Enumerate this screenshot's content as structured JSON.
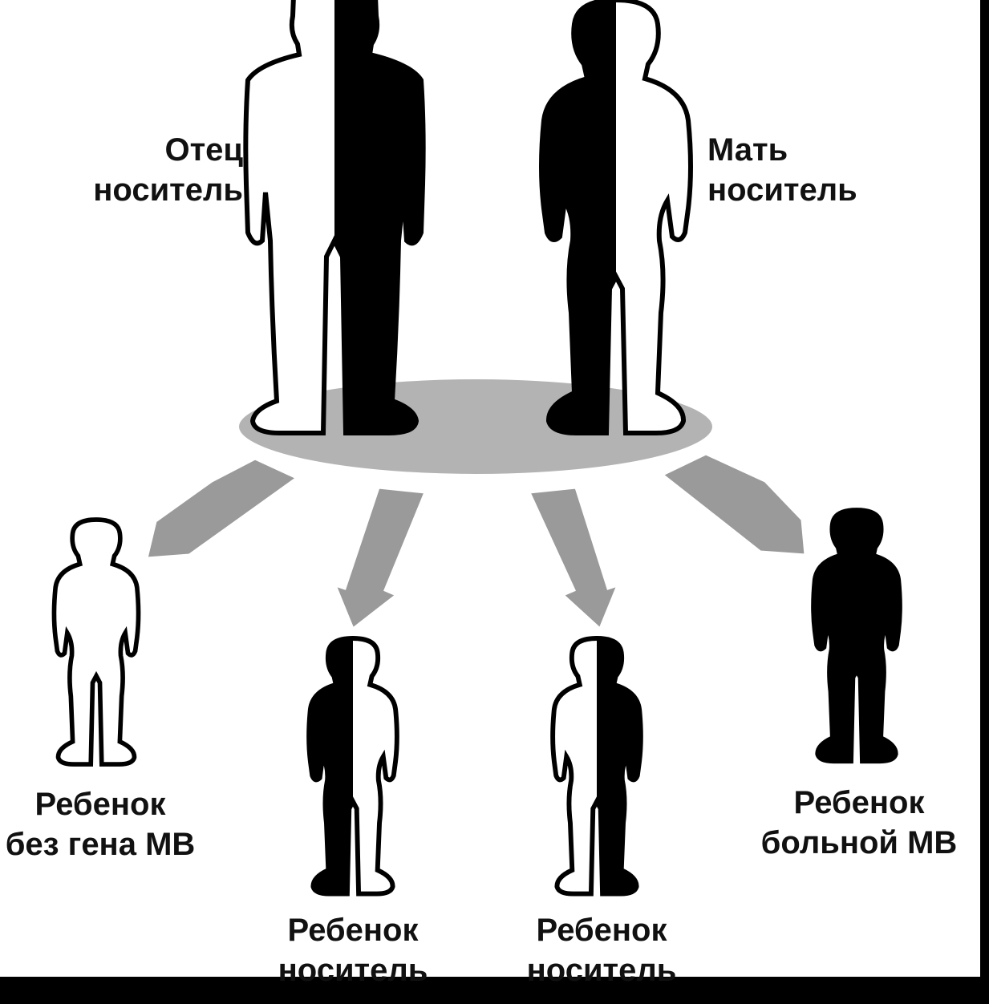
{
  "parents": {
    "father": {
      "line1": "Отец",
      "line2": "носитель"
    },
    "mother": {
      "line1": "Мать",
      "line2": "носитель"
    }
  },
  "children": [
    {
      "line1": "Ребенок",
      "line2": "без гена МВ"
    },
    {
      "line1": "Ребенок",
      "line2": "носитель"
    },
    {
      "line1": "Ребенок",
      "line2": "носитель"
    },
    {
      "line1": "Ребенок",
      "line2": "больной МВ"
    }
  ],
  "colors": {
    "frame": "#000000",
    "background": "#ffffff",
    "platform": "#b3b3b3",
    "arrow": "#999999",
    "figure_fill": "#000000",
    "figure_outline": "#000000"
  }
}
